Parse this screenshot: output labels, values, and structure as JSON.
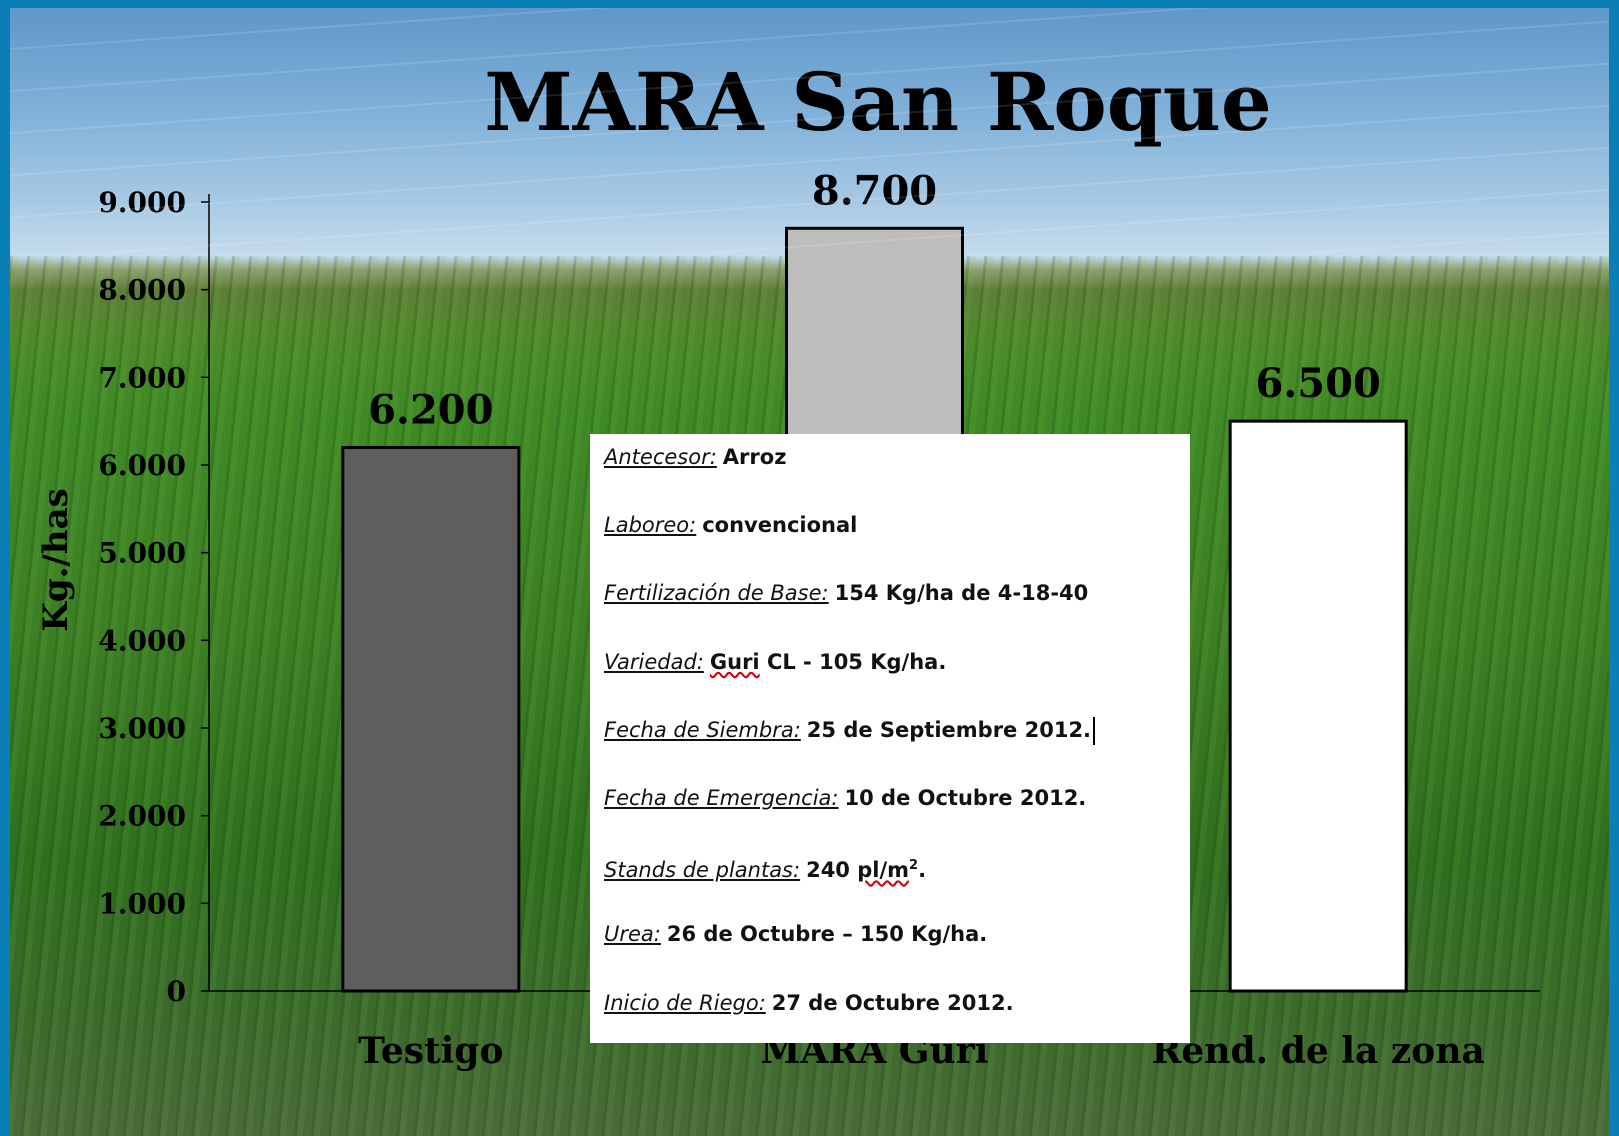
{
  "colors": {
    "frame": "#0a7fb5",
    "bar_testigo": "#5e5e5e",
    "bar_mara": "#bdbdbd",
    "bar_zona": "#ffffff",
    "bar_outline": "#000000"
  },
  "chart_data": {
    "type": "bar",
    "title": "MARA San Roque",
    "ylabel": "Kg./has",
    "xlabel": "",
    "ylim": [
      0,
      9000
    ],
    "yticks": [
      0,
      1000,
      2000,
      3000,
      4000,
      5000,
      6000,
      7000,
      8000,
      9000
    ],
    "ytick_labels": [
      "0",
      "1.000",
      "2.000",
      "3.000",
      "4.000",
      "5.000",
      "6.000",
      "7.000",
      "8.000",
      "9.000"
    ],
    "categories": [
      "Testigo",
      "MARA Guri",
      "Rend. de la zona"
    ],
    "values": [
      6200,
      8700,
      6500
    ],
    "data_labels": [
      "6.200",
      "8.700",
      "6.500"
    ],
    "grid": false,
    "legend": "none"
  },
  "info_box": {
    "rows": [
      {
        "label": "Antecesor:",
        "value": "Arroz"
      },
      {
        "label": "Laboreo:",
        "value": "convencional"
      },
      {
        "label": "Fertilización de Base:",
        "value": "154 Kg/ha de 4-18-40"
      },
      {
        "label": "Variedad:",
        "value_flagged": "Guri",
        "value": "CL - 105 Kg/ha."
      },
      {
        "label": "Fecha de Siembra:",
        "value": "25 de Septiembre 2012."
      },
      {
        "label": "Fecha de Emergencia:",
        "value": "10 de Octubre 2012."
      },
      {
        "label": "Stands de plantas:",
        "value": "240",
        "value_flagged": "pl/m",
        "value_sup": "2",
        "value_end": "."
      },
      {
        "label": "Urea:",
        "value": "26 de Octubre – 150 Kg/ha."
      },
      {
        "label": "Inicio de Riego:",
        "value": "27 de Octubre 2012."
      }
    ]
  }
}
